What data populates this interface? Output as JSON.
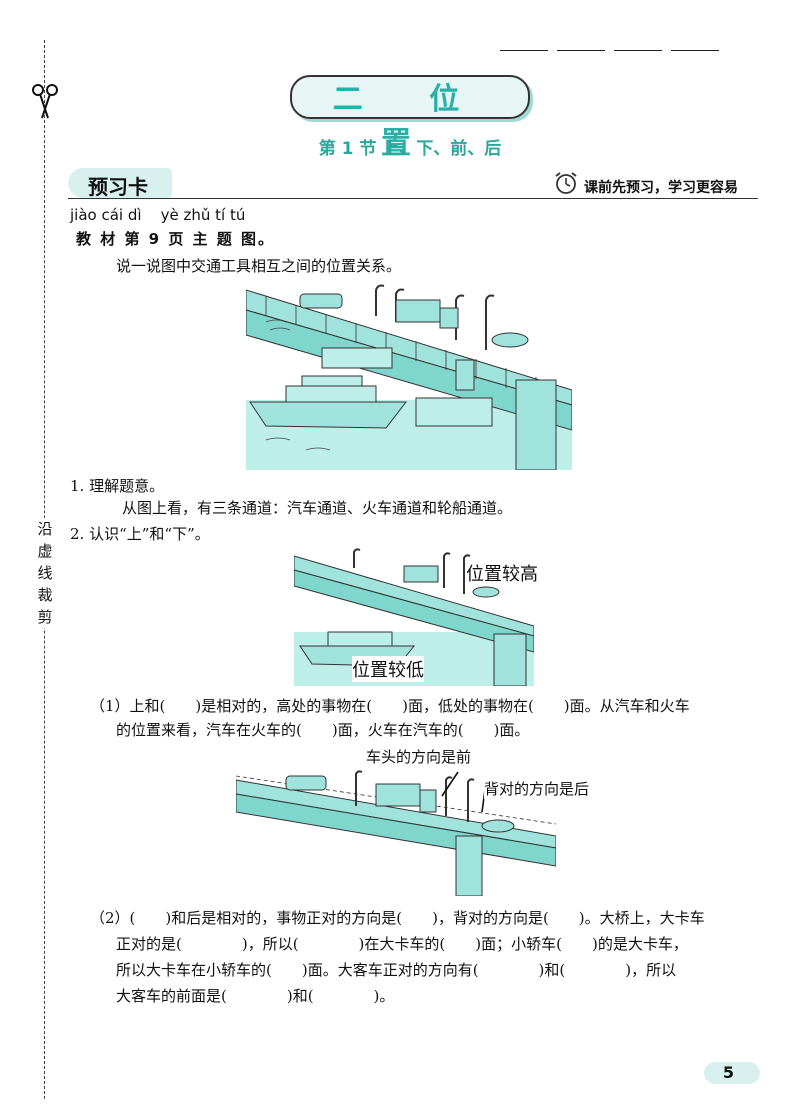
{
  "header": {
    "blank_labels": [
      "",
      "",
      ""
    ]
  },
  "cut_guide": {
    "text": "沿虚线裁剪"
  },
  "chapter": {
    "title": "二 位 置"
  },
  "section": {
    "title": "第 1 节 上、下、前、后"
  },
  "preview": {
    "tab_label": "预习卡",
    "slogan": "课前先预习，学习更容易"
  },
  "pinyin_line": "jiào cái dì    yè zhǔ tí tú",
  "textbook_ref": "教 材 第 9 页 主 题 图。",
  "intro": "说一说图中交通工具相互之间的位置关系。",
  "item1": {
    "heading": "1. 理解题意。",
    "text": "从图上看，有三条通道：汽车通道、火车通道和轮船通道。"
  },
  "item2": {
    "heading": "2. 认识“上”和“下”。",
    "label_high": "位置较高",
    "label_low": "位置较低",
    "q1_line1": "（1）上和(　　)是相对的，高处的事物在(　　)面，低处的事物在(　　)面。从汽车和火车",
    "q1_line2": "的位置来看，汽车在火车的(　　)面，火车在汽车的(　　)面。",
    "label_front": "车头的方向是前",
    "label_back": "背对的方向是后",
    "q2_line1": "（2）(　　)和后是相对的，事物正对的方向是(　　)，背对的方向是(　　)。大桥上，大卡车",
    "q2_line2": "正对的是(　　　　)，所以(　　　　)在大卡车的(　　)面；小轿车(　　)的是大卡车，",
    "q2_line3": "所以大卡车在小轿车的(　　)面。大客车正对的方向有(　　　　)和(　　　　)，所以",
    "q2_line4": "大客车的前面是(　　　　)和(　　　　)。"
  },
  "page_number": "5",
  "colors": {
    "accent": "#2ab0a8",
    "bridge_fill": "#9fe3dc",
    "tab_bg": "#d9f1ee"
  }
}
